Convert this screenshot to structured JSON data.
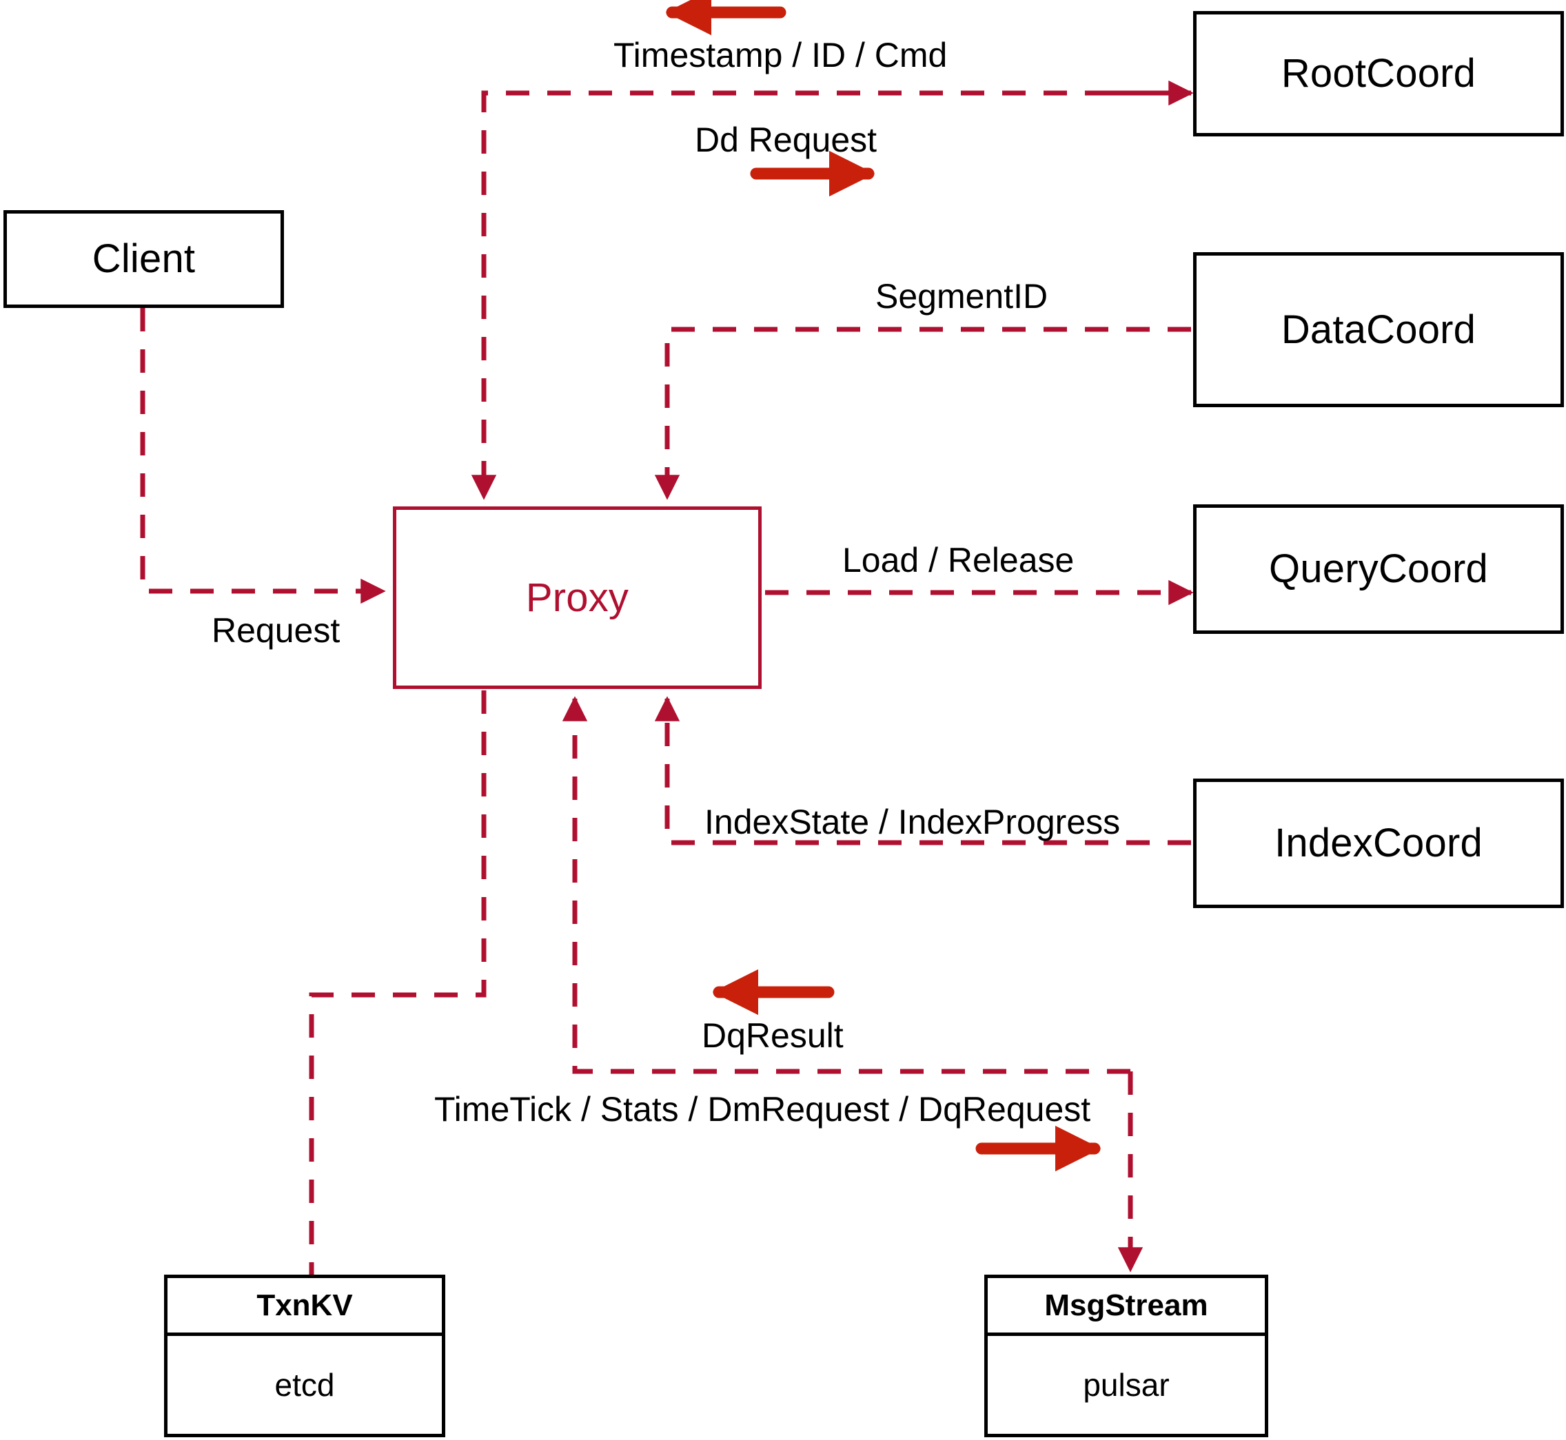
{
  "diagram": {
    "title": "Milvus Proxy interaction diagram",
    "colors": {
      "dashed_wire": "#B01030",
      "solid_arrow": "#C8200A",
      "node_border": "#000000",
      "proxy_accent": "#B01030",
      "background": "#FFFFFF"
    }
  },
  "nodes": {
    "client": {
      "label": "Client"
    },
    "proxy": {
      "label": "Proxy"
    },
    "root_coord": {
      "label": "RootCoord"
    },
    "data_coord": {
      "label": "DataCoord"
    },
    "query_coord": {
      "label": "QueryCoord"
    },
    "index_coord": {
      "label": "IndexCoord"
    }
  },
  "stores": {
    "txnkv": {
      "title": "TxnKV",
      "body": "etcd"
    },
    "msgstream": {
      "title": "MsgStream",
      "body": "pulsar"
    }
  },
  "edge_labels": {
    "timestamp_id_cmd": "Timestamp / ID / Cmd",
    "dd_request": "Dd Request",
    "segment_id": "SegmentID",
    "load_release": "Load / Release",
    "index_state_progress": "IndexState / IndexProgress",
    "request": "Request",
    "dq_result": "DqResult",
    "timetick_stats_dm_dq": "TimeTick / Stats / DmRequest / DqRequest"
  },
  "arrows": [
    {
      "name": "timestamp-id-cmd-direction-arrow",
      "direction": "left"
    },
    {
      "name": "dd-request-direction-arrow",
      "direction": "right"
    },
    {
      "name": "dq-result-direction-arrow",
      "direction": "left"
    },
    {
      "name": "dm-dq-request-direction-arrow",
      "direction": "right"
    }
  ]
}
